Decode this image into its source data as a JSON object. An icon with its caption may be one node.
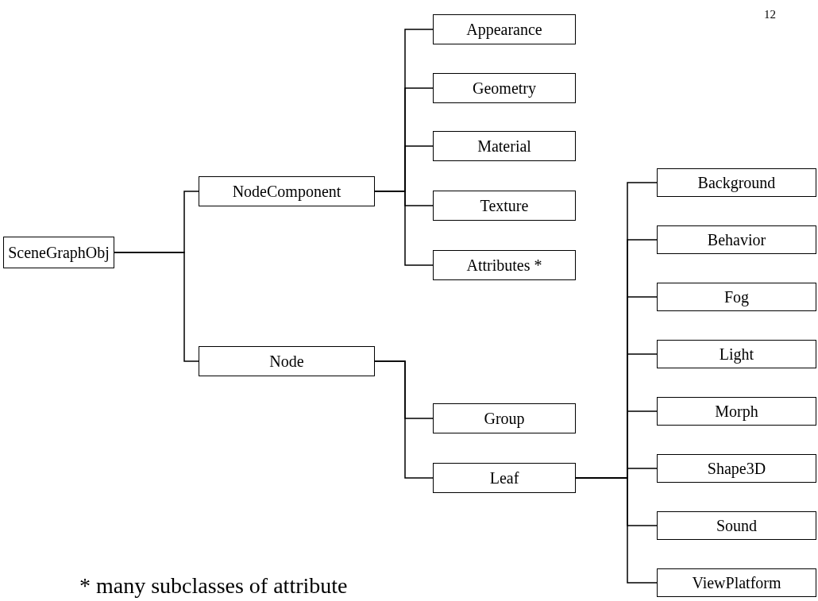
{
  "diagram": {
    "nodes": [
      {
        "text": [
          "SceneGraphObj"
        ]
      },
      {
        "text": [
          "NodeComponent"
        ]
      },
      {
        "text": [
          "Appearance"
        ]
      },
      {
        "text": [
          "Geometry"
        ]
      },
      {
        "text": [
          "Material"
        ]
      },
      {
        "text": [
          "Texture"
        ]
      },
      {
        "text": [
          "Attributes *"
        ]
      },
      {
        "text": [
          "Node"
        ]
      },
      {
        "text": [
          "Group"
        ]
      },
      {
        "text": [
          "Leaf"
        ]
      },
      {
        "text": [
          "Background"
        ]
      },
      {
        "text": [
          "Behavior"
        ]
      },
      {
        "text": [
          "Fog"
        ]
      },
      {
        "text": [
          "Light"
        ]
      },
      {
        "text": [
          "Morph"
        ]
      },
      {
        "text": [
          "Shape3D"
        ]
      },
      {
        "text": [
          "Sound"
        ]
      },
      {
        "text": [
          "ViewPlatform"
        ]
      }
    ],
    "edges": [
      {
        "from": 0,
        "to": 1,
        "arrow": "none"
      },
      {
        "from": 0,
        "to": 7,
        "arrow": "none"
      },
      {
        "from": 1,
        "to": 2,
        "arrow": "none"
      },
      {
        "from": 1,
        "to": 3,
        "arrow": "none"
      },
      {
        "from": 1,
        "to": 4,
        "arrow": "none"
      },
      {
        "from": 1,
        "to": 5,
        "arrow": "none"
      },
      {
        "from": 1,
        "to": 6,
        "arrow": "none"
      },
      {
        "from": 7,
        "to": 8,
        "arrow": "none"
      },
      {
        "from": 7,
        "to": 9,
        "arrow": "none"
      },
      {
        "from": 9,
        "to": 10,
        "arrow": "none"
      },
      {
        "from": 9,
        "to": 11,
        "arrow": "none"
      },
      {
        "from": 9,
        "to": 12,
        "arrow": "none"
      },
      {
        "from": 9,
        "to": 13,
        "arrow": "none"
      },
      {
        "from": 9,
        "to": 14,
        "arrow": "none"
      },
      {
        "from": 9,
        "to": 15,
        "arrow": "none"
      },
      {
        "from": 9,
        "to": 16,
        "arrow": "none"
      },
      {
        "from": 9,
        "to": 17,
        "arrow": "none"
      }
    ],
    "labels": [
      "12",
      "* many subclasses of attribute"
    ]
  }
}
